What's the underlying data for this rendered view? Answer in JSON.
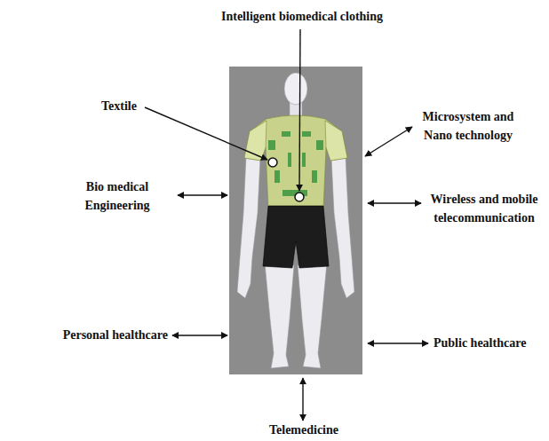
{
  "diagram": {
    "labels": [
      "Intelligent biomedical clothing",
      "Textile",
      "Microsystem and Nano technology",
      "Bio medical Engineering",
      "Wireless and mobile telecommunication",
      "Personal healthcare",
      "Public healthcare",
      "Telemedicine"
    ]
  }
}
